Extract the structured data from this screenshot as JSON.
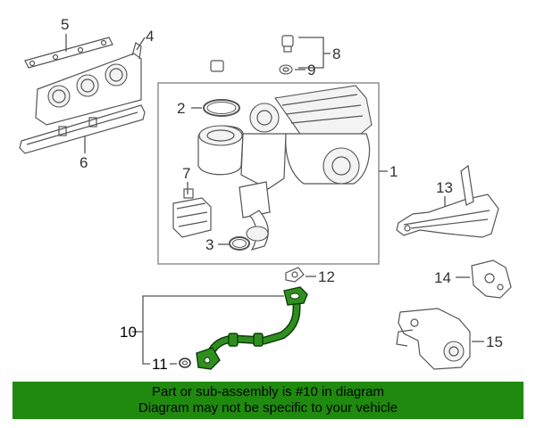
{
  "labels": {
    "p1": "1",
    "p2": "2",
    "p3": "3",
    "p4": "4",
    "p5": "5",
    "p6": "6",
    "p7": "7",
    "p8": "8",
    "p9": "9",
    "p10": "10",
    "p11": "11",
    "p12": "12",
    "p13": "13",
    "p14": "14",
    "p15": "15"
  },
  "banner": {
    "line1": "Part or sub-assembly is #10 in diagram",
    "line2": "Diagram may not be specific to your vehicle"
  },
  "colors": {
    "highlight": "#2f8f1e",
    "banner": "#1f8a0e"
  }
}
